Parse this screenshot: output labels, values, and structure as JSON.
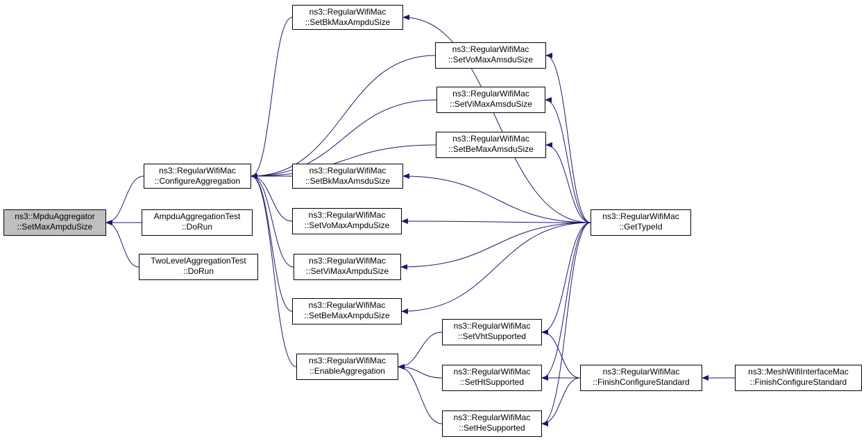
{
  "colors": {
    "edge": "#191970",
    "selected_fill": "#bfbfbf",
    "border": "#000000"
  },
  "nodes": {
    "mpdu_setmax": {
      "line1": "ns3::MpduAggregator",
      "line2": "::SetMaxAmpduSize"
    },
    "configure_agg": {
      "line1": "ns3::RegularWifiMac",
      "line2": "::ConfigureAggregation"
    },
    "ampdu_test": {
      "line1": "AmpduAggregationTest",
      "line2": "::DoRun"
    },
    "twolevel_test": {
      "line1": "TwoLevelAggregationTest",
      "line2": "::DoRun"
    },
    "set_bk_max_ampdu": {
      "line1": "ns3::RegularWifiMac",
      "line2": "::SetBkMaxAmpduSize"
    },
    "set_vo_max_amsdu": {
      "line1": "ns3::RegularWifiMac",
      "line2": "::SetVoMaxAmsduSize"
    },
    "set_vi_max_amsdu": {
      "line1": "ns3::RegularWifiMac",
      "line2": "::SetViMaxAmsduSize"
    },
    "set_be_max_amsdu": {
      "line1": "ns3::RegularWifiMac",
      "line2": "::SetBeMaxAmsduSize"
    },
    "set_bk_max_amsdu": {
      "line1": "ns3::RegularWifiMac",
      "line2": "::SetBkMaxAmsduSize"
    },
    "set_vo_max_ampdu": {
      "line1": "ns3::RegularWifiMac",
      "line2": "::SetVoMaxAmpduSize"
    },
    "set_vi_max_ampdu": {
      "line1": "ns3::RegularWifiMac",
      "line2": "::SetViMaxAmpduSize"
    },
    "set_be_max_ampdu": {
      "line1": "ns3::RegularWifiMac",
      "line2": "::SetBeMaxAmpduSize"
    },
    "enable_agg": {
      "line1": "ns3::RegularWifiMac",
      "line2": "::EnableAggregation"
    },
    "set_vht": {
      "line1": "ns3::RegularWifiMac",
      "line2": "::SetVhtSupported"
    },
    "set_ht": {
      "line1": "ns3::RegularWifiMac",
      "line2": "::SetHtSupported"
    },
    "set_he": {
      "line1": "ns3::RegularWifiMac",
      "line2": "::SetHeSupported"
    },
    "get_type_id": {
      "line1": "ns3::RegularWifiMac",
      "line2": "::GetTypeId"
    },
    "finish_configure": {
      "line1": "ns3::RegularWifiMac",
      "line2": "::FinishConfigureStandard"
    },
    "mesh_finish_configure": {
      "line1": "ns3::MeshWifiInterfaceMac",
      "line2": "::FinishConfigureStandard"
    }
  },
  "edges": [
    {
      "from": "configure_agg",
      "to": "mpdu_setmax"
    },
    {
      "from": "ampdu_test",
      "to": "mpdu_setmax"
    },
    {
      "from": "twolevel_test",
      "to": "mpdu_setmax"
    },
    {
      "from": "set_bk_max_ampdu",
      "to": "configure_agg"
    },
    {
      "from": "set_vo_max_amsdu",
      "to": "configure_agg"
    },
    {
      "from": "set_vi_max_amsdu",
      "to": "configure_agg"
    },
    {
      "from": "set_be_max_amsdu",
      "to": "configure_agg"
    },
    {
      "from": "set_bk_max_amsdu",
      "to": "configure_agg"
    },
    {
      "from": "set_vo_max_ampdu",
      "to": "configure_agg"
    },
    {
      "from": "set_vi_max_ampdu",
      "to": "configure_agg"
    },
    {
      "from": "set_be_max_ampdu",
      "to": "configure_agg"
    },
    {
      "from": "enable_agg",
      "to": "configure_agg"
    },
    {
      "from": "get_type_id",
      "to": "set_bk_max_ampdu"
    },
    {
      "from": "get_type_id",
      "to": "set_vo_max_amsdu"
    },
    {
      "from": "get_type_id",
      "to": "set_vi_max_amsdu"
    },
    {
      "from": "get_type_id",
      "to": "set_be_max_amsdu"
    },
    {
      "from": "get_type_id",
      "to": "set_bk_max_amsdu"
    },
    {
      "from": "get_type_id",
      "to": "set_vo_max_ampdu"
    },
    {
      "from": "get_type_id",
      "to": "set_vi_max_ampdu"
    },
    {
      "from": "get_type_id",
      "to": "set_be_max_ampdu"
    },
    {
      "from": "get_type_id",
      "to": "set_vht"
    },
    {
      "from": "get_type_id",
      "to": "set_ht"
    },
    {
      "from": "get_type_id",
      "to": "set_he"
    },
    {
      "from": "set_vht",
      "to": "enable_agg"
    },
    {
      "from": "set_ht",
      "to": "enable_agg"
    },
    {
      "from": "set_he",
      "to": "enable_agg"
    },
    {
      "from": "finish_configure",
      "to": "set_vht"
    },
    {
      "from": "finish_configure",
      "to": "set_ht"
    },
    {
      "from": "finish_configure",
      "to": "set_he"
    },
    {
      "from": "mesh_finish_configure",
      "to": "finish_configure"
    }
  ]
}
